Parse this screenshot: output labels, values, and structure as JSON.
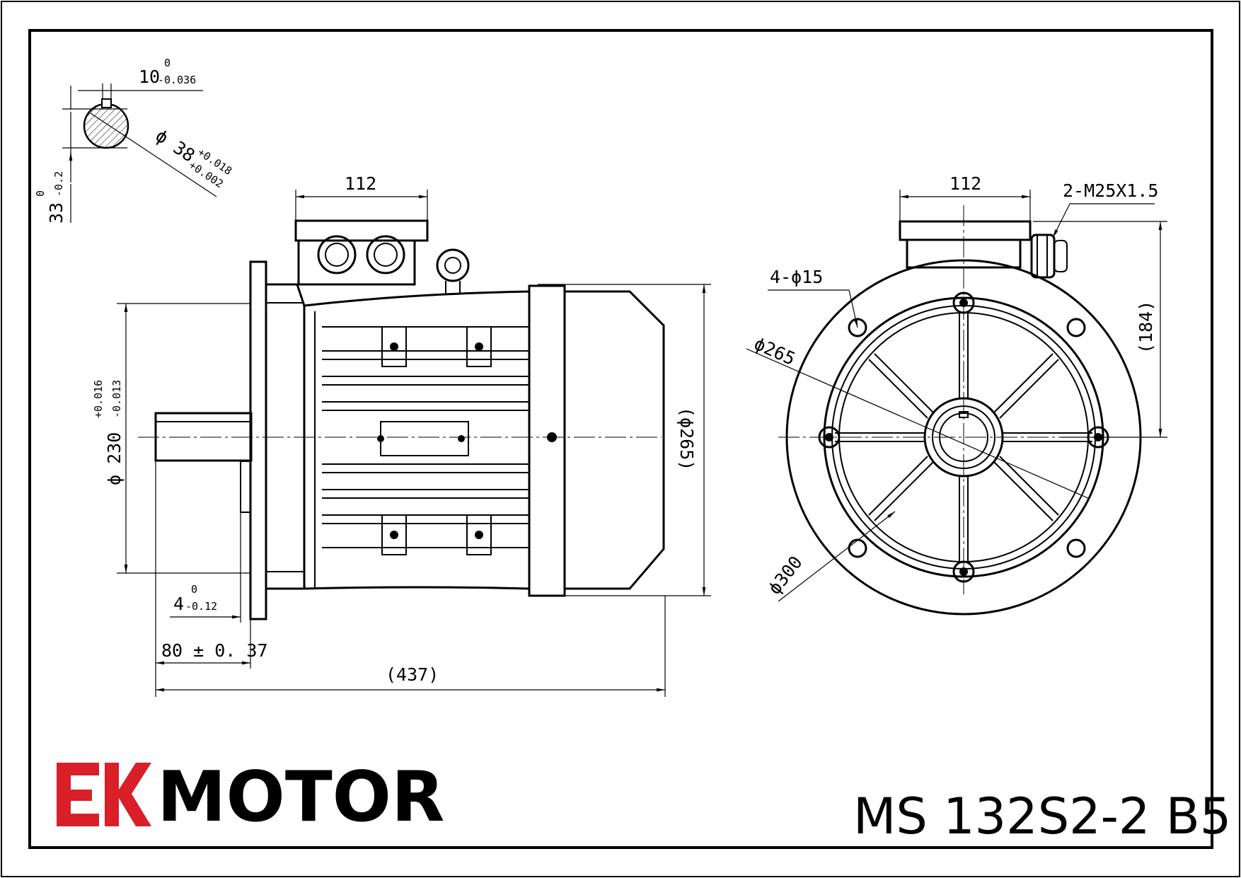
{
  "brand": {
    "logo_letters": "EK",
    "name": "MOTOR",
    "logo_color": "#d91f27",
    "text_color": "#000000"
  },
  "model": "MS 132S2-2 B5",
  "dimensions": {
    "key_width": "10",
    "key_width_tol_upper": "0",
    "key_width_tol_lower": "-0.036",
    "shaft_diameter": "ϕ 38",
    "shaft_tol_upper": "+0.018",
    "shaft_tol_lower": "+0.002",
    "key_height": "33",
    "key_height_tol_upper": "0",
    "key_height_tol_lower": "-0.2",
    "terminal_box_width_side": "112",
    "terminal_box_width_front": "112",
    "cable_gland": "2-M25X1.5",
    "flange_spigot": "ϕ 230",
    "flange_spigot_tol_upper": "+0.016",
    "flange_spigot_tol_lower": "-0.013",
    "body_diameter": "(ϕ265)",
    "spigot_depth": "4",
    "spigot_depth_tol_upper": "0",
    "spigot_depth_tol_lower": "-0.12",
    "shaft_length": "80 ± 0. 37",
    "total_length": "(437)",
    "holes": "4-ϕ15",
    "pcd": "ϕ265",
    "flange_diameter": "ϕ300",
    "center_height": "(184)"
  }
}
